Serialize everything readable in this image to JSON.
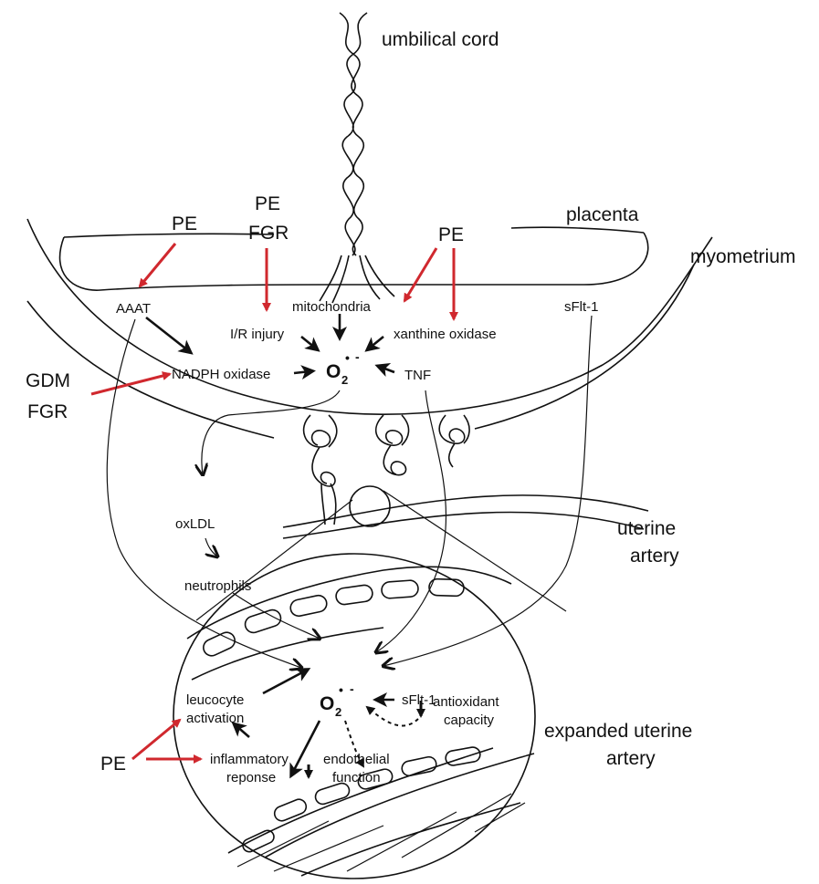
{
  "colors": {
    "stimulus_arrow": "#d0282e",
    "line": "#111111",
    "background": "#ffffff"
  },
  "anatomy": {
    "umbilical_cord": "umbilical cord",
    "placenta": "placenta",
    "myometrium": "myometrium",
    "uterine_artery_1": "uterine",
    "uterine_artery_2": "artery",
    "expanded_artery_1": "expanded uterine",
    "expanded_artery_2": "artery"
  },
  "conditions": {
    "pe_left": "PE",
    "pe_fgr_1": "PE",
    "pe_fgr_2": "FGR",
    "pe_right": "PE",
    "gdm_fgr_1": "GDM",
    "gdm_fgr_2": "FGR",
    "pe_bottom": "PE"
  },
  "placenta_sources": {
    "aaat": "AAAT",
    "mitochondria": "mitochondria",
    "ir_injury": "I/R injury",
    "xanthine_oxidase": "xanthine oxidase",
    "sflt1": "sFlt-1",
    "nadph_oxidase": "NADPH oxidase",
    "tnf": "TNF",
    "superoxide_base": "O",
    "superoxide_sub": "2",
    "superoxide_radical": "•",
    "superoxide_charge": "-"
  },
  "cascade": {
    "oxldl": "oxLDL",
    "neutrophils": "neutrophils"
  },
  "artery_effects": {
    "superoxide_base": "O",
    "superoxide_sub": "2",
    "superoxide_radical": "•",
    "superoxide_charge": "-",
    "sflt1": "sFlt-1",
    "leucocyte_1": "leucocyte",
    "leucocyte_2": "activation",
    "antioxidant_1": "antioxidant",
    "antioxidant_2": "capacity",
    "inflammatory_1": "inflammatory",
    "inflammatory_2": "reponse",
    "endothelial_1": "endothelial",
    "endothelial_2": "function"
  }
}
